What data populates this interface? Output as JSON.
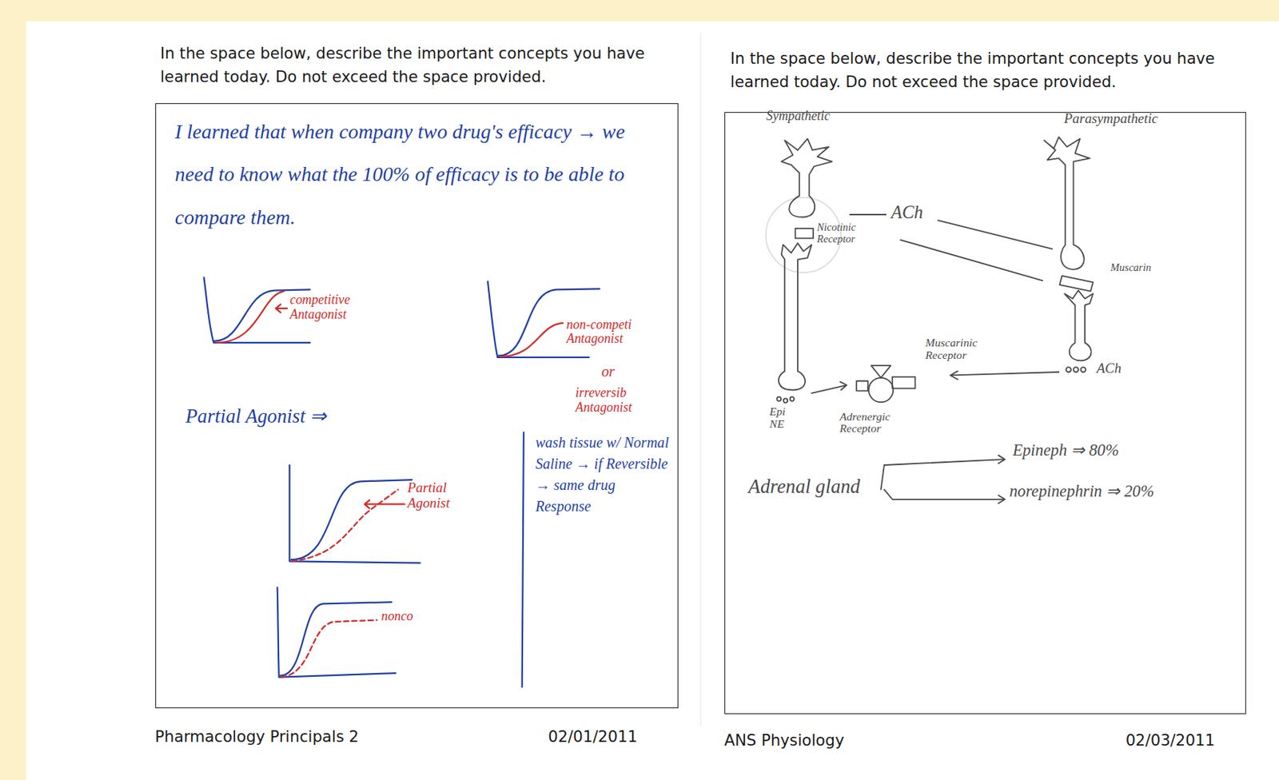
{
  "diagram": {
    "nodes": [
      {
        "text": [
          "In the space below, describe the important concepts you have learned today. Do not exceed the space provided.",
          "I learned that when company two drug's efficacy → we need to know what the 100% of efficacy is to be able to compare them.",
          "competitive Antagonist",
          "non-competi Antagonist",
          "or",
          "irreversib Antagonist",
          "Partial Agonist ⇒",
          "Partial Agonist",
          "wash tissue w/ Normal Saline → if Reversible → same drug Response",
          "nonco"
        ]
      },
      {
        "text": [
          "In the space below, describe the important concepts you have learned today. Do not exceed the space provided.",
          "Sympathetic",
          "Parasympathetic",
          "ACh",
          "Nicotinic Receptor",
          "Muscarin",
          "Muscarinic Receptor",
          "ACh",
          "Epi NE",
          "Adrenergic Receptor",
          "Adrenal gland",
          "Epineph ⇒ 80%",
          "norepinephrin ⇒ 20%"
        ]
      }
    ],
    "labels": [
      "Pharmacology Principals 2",
      "02/01/2011",
      "ANS Physiology",
      "02/03/2011"
    ]
  }
}
